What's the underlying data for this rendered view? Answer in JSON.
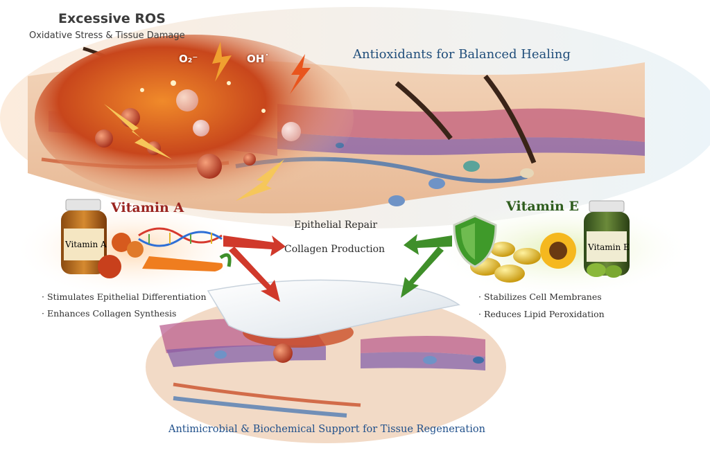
{
  "ros": {
    "title": "Excessive ROS",
    "subtitle": "Oxidative Stress & Tissue Damage",
    "radical_1": "O₂⁻",
    "radical_2": "OH˙"
  },
  "antioxidants_title": "Antioxidants for Balanced Healing",
  "vitamin_a": {
    "heading": "Vitamin A",
    "jar_label": "Vitamin A",
    "bullets": [
      "Stimulates Epithelial Differentiation",
      "Enhances Collagen Synthesis"
    ]
  },
  "vitamin_e": {
    "heading": "Vitamin E",
    "jar_label": "Vitamin E",
    "bullets": [
      "Stabilizes Cell Membranes",
      "Reduces Lipid Peroxidation"
    ]
  },
  "center": {
    "line1": "Epithelial Repair",
    "line2": "Collagen Production"
  },
  "footer": "Antimicrobial & Biochemical Support for Tissue Regeneration",
  "colors": {
    "vitamin_a": "#9a2420",
    "vitamin_e": "#2e5d1d",
    "antioxidant_title": "#1f4d7a",
    "arrow_red": "#d0392b",
    "arrow_green": "#3f8f2a"
  }
}
